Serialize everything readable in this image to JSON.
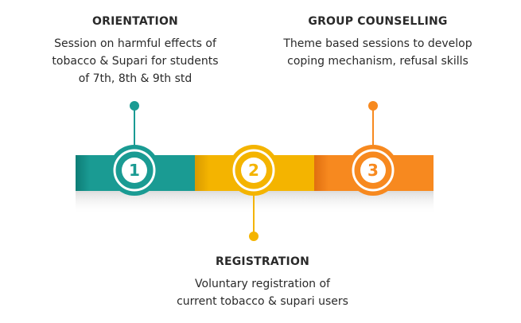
{
  "steps": [
    {
      "number": "1",
      "title": "ORIENTATION",
      "description": "Session on harmful effects of\ntobacco & Supari for students\nof 7th, 8th & 9th std",
      "color": "#1a9b93",
      "color_dark": "#0e7d76"
    },
    {
      "number": "2",
      "title": "GROUP COUNSELLING",
      "description": "Theme based sessions to develop\ncoping mechanism, refusal skills",
      "color": "#f4b400",
      "color_dark": "#d99a00"
    },
    {
      "number": "3",
      "title": "REGISTRATION",
      "description": "Voluntary registration of\ncurrent tobacco & supari users",
      "color": "#f7891f",
      "color_dark": "#e06f10"
    }
  ]
}
